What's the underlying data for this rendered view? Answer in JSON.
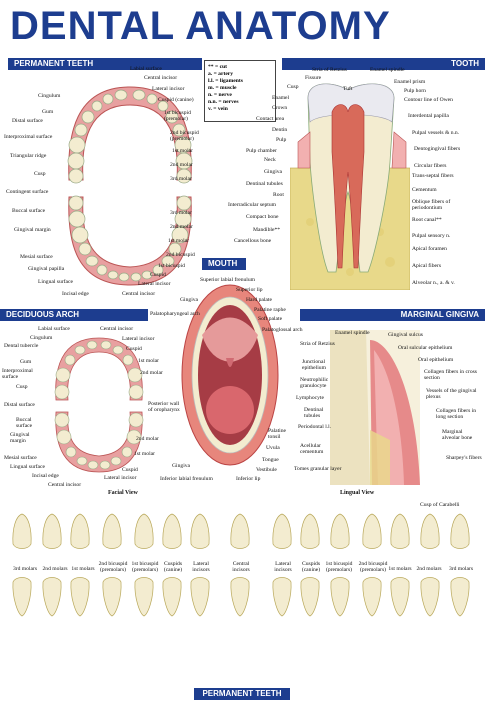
{
  "title": "DENTAL ANATOMY",
  "bands": {
    "permanent": "PERMANENT TEETH",
    "tooth": "TOOTH",
    "mouth": "MOUTH",
    "deciduous": "DECIDUOUS ARCH",
    "gingiva": "MARGINAL GINGIVA",
    "bottom": "PERMANENT TEETH"
  },
  "legend": [
    "** = cut",
    "a. = artery",
    "l.l. = ligaments",
    "m. = muscle",
    "n. = nerve",
    "n.n. = nerves",
    "v. = vein"
  ],
  "permanent_labels": {
    "labial_surface": "Labial surface",
    "central_incisor": "Central incisor",
    "cingulum": "Cingulum",
    "lateral_incisor": "Lateral incisor",
    "gum": "Gum",
    "cuspid": "Cuspid (canine)",
    "distal_surface": "Distal surface",
    "first_bicuspid": "1st bicuspid (premolar)",
    "interproximal": "Interproximal surface",
    "second_bicuspid": "2nd bicuspid (premolar)",
    "triangular_ridge": "Triangular ridge",
    "first_molar": "1st molar",
    "cusp": "Cusp",
    "second_molar": "2nd molar",
    "third_molar": "3rd molar",
    "contingent": "Contingent surface",
    "buccal": "Buccal surface",
    "third_molar_l": "3rd molar",
    "gingival_margin": "Gingival margin",
    "second_molar_l": "2nd molar",
    "first_molar_l": "1st molar",
    "mesial": "Mesial surface",
    "second_bicuspid_l": "2nd bicuspid",
    "gingival_papilla": "Gingival papilla",
    "first_bicuspid_l": "1st bicuspid",
    "lingual": "Lingual surface",
    "cuspid_l": "Cuspid",
    "incisal_edge": "Incisal edge",
    "lateral_incisor_l": "Lateral incisor",
    "central_incisor_l": "Central incisor"
  },
  "tooth_left": [
    "Cusp",
    "Fissure",
    "Enamel",
    "Crown",
    "Contact area",
    "Dentin",
    "Pulp",
    "Pulp chamber",
    "Neck",
    "Gingiva",
    "Dentinal tubules",
    "Root",
    "Interradicular septum",
    "Compact bone",
    "Mandible**",
    "Cancellous bone"
  ],
  "tooth_top": [
    "Stria of Retzius",
    "Tuft",
    "Enamel spindle"
  ],
  "tooth_right": [
    "Enamel prism",
    "Pulp horn",
    "Contour line of Owen",
    "Interdental papilla",
    "Pulpal vessels & n.n.",
    "Dentogingival fibers",
    "Circular fibers",
    "Trans-septal fibers",
    "Cementum",
    "Oblique fibers of periodontium",
    "Root canal**",
    "Pulpal sensory n.",
    "Apical foramen",
    "Apical fibers",
    "Alveolar n., a. & v."
  ],
  "mouth_labels": [
    "Superior labial frenulum",
    "Superior lip",
    "Hard palate",
    "Gingiva",
    "Palatine raphe",
    "Soft palate",
    "Palatopharyngeal arch",
    "Palatoglossal arch",
    "Posterior wall of oropharynx",
    "Palatine tonsil",
    "Uvula",
    "Tongue",
    "Vestibule",
    "Gingiva",
    "Inferior labial frenulum",
    "Inferior lip"
  ],
  "deciduous_labels": [
    "Labial surface",
    "Central incisor",
    "Cingulum",
    "Lateral incisor",
    "Dental tubercle",
    "Cuspid",
    "Gum",
    "1st molar",
    "Interproximal surface",
    "2nd molar",
    "Cusp",
    "Distal surface",
    "Buccal surface",
    "Gingival margin",
    "2nd molar",
    "1st molar",
    "Mesial surface",
    "Lingual surface",
    "Cuspid",
    "Incisal edge",
    "Lateral incisor",
    "Central incisor"
  ],
  "gingiva_labels": [
    "Enamel spindle",
    "Gingival sulcus",
    "Stria of Retzius",
    "Oral sulcular epithelium",
    "Oral epithelium",
    "Junctional epithelium",
    "Collagen fibers in cross section",
    "Neutrophilic granulocyte",
    "Vessels of the gingival plexus",
    "Lymphocyte",
    "Dentinal tubules",
    "Collagen fibers in long section",
    "Periodontal l.l.",
    "Marginal alveolar bone",
    "Acellular cementum",
    "Sharpey's fibers",
    "Tomes granular layer"
  ],
  "views": {
    "facial": "Facial View",
    "lingual": "Lingual View"
  },
  "bottom_labels": [
    "3rd molars",
    "2nd molars",
    "1st molars",
    "2nd bicuspid (premolars)",
    "1st bicuspid (premolars)",
    "Cuspids (canine)",
    "Lateral incisors",
    "Central incisors",
    "Lateral incisors",
    "Cuspids (canine)",
    "1st bicuspid (premolars)",
    "2nd bicuspid (premolars)",
    "1st molars",
    "2nd molars",
    "3rd molars"
  ],
  "cusp_carabelli": "Cusp of Carabelli",
  "colors": {
    "navy": "#1d3d8f",
    "gum": "#e8a0a0",
    "tooth": "#f3ecd0",
    "bone": "#e8d98a",
    "pulp": "#d86a5a"
  }
}
